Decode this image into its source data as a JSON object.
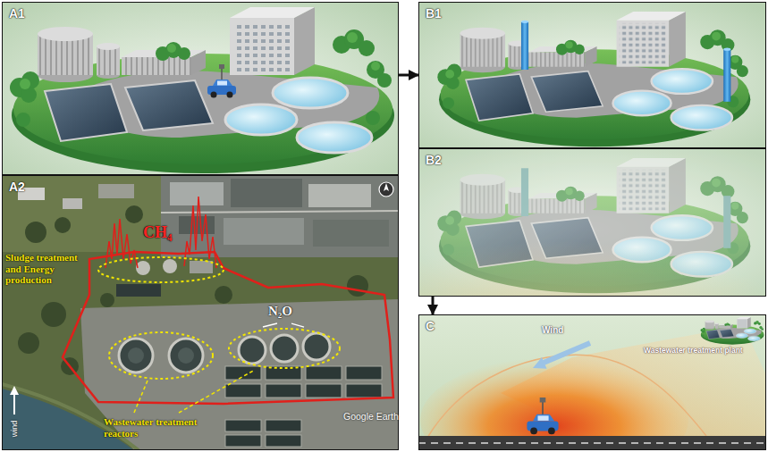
{
  "diagram": {
    "nodes": [
      {
        "text": [
          "A1"
        ]
      },
      {
        "text": [
          "A2"
        ]
      },
      {
        "text": [
          "B1"
        ]
      },
      {
        "text": [
          "B2"
        ]
      },
      {
        "text": [
          "C"
        ]
      }
    ],
    "edges": [
      {
        "from": 0,
        "to": 2,
        "arrow": "to"
      },
      {
        "from": 3,
        "to": 4,
        "arrow": "to"
      }
    ],
    "labels": [
      "CH₄",
      "N₂O",
      "Sludge treatment and Energy production",
      "Wastewater treatment reactors",
      "wind",
      "Google Earth",
      "Wind",
      "Wastewater treatment plant"
    ]
  }
}
